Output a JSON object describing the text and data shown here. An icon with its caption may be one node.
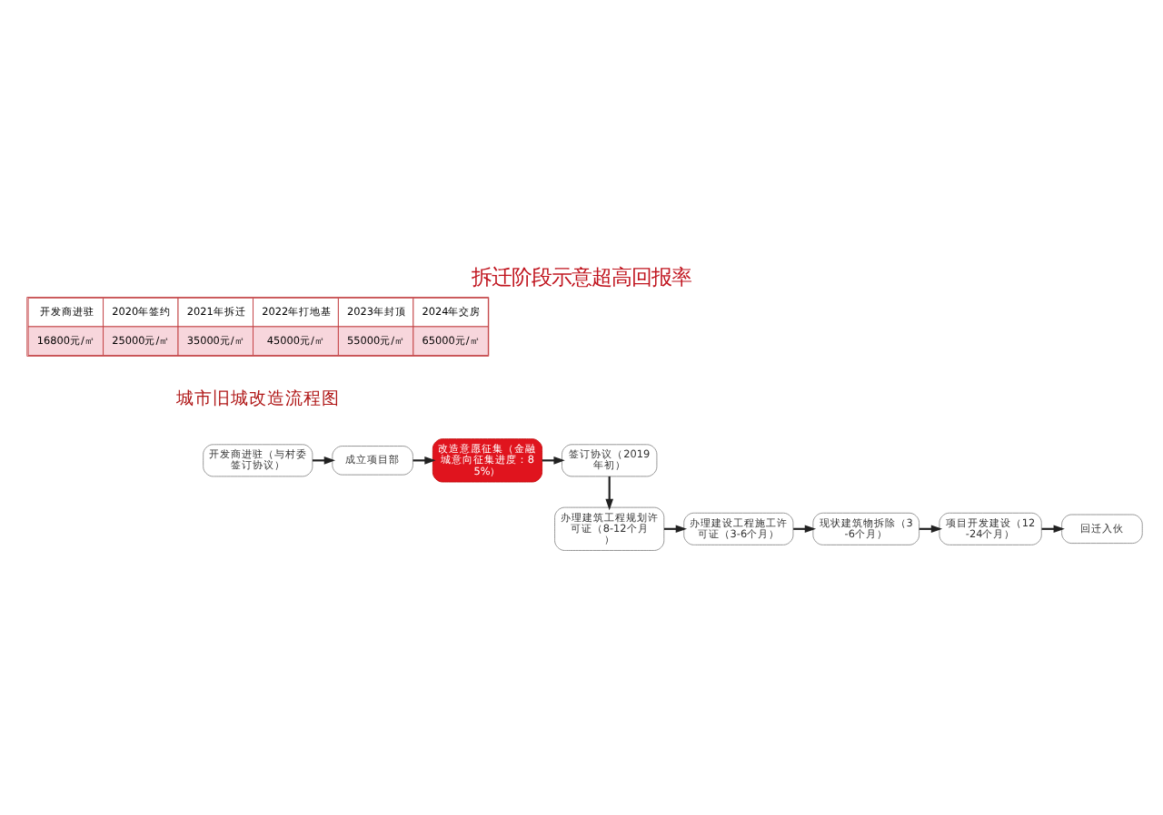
{
  "diagram": {
    "title": "拆迁阶段示意超高回报率",
    "nodes": [
      {
        "text": [
          "开发商进驻（与村委签订协议）"
        ]
      },
      {
        "text": [
          "成立项目部"
        ]
      },
      {
        "text": [
          "改造意愿征集（金融城意向征集进度：85%）"
        ]
      },
      {
        "text": [
          "签订协议（2019年初）"
        ]
      },
      {
        "text": [
          "办理建筑工程规划许可证（8-12个月）"
        ]
      },
      {
        "text": [
          "办理建设工程施工许可证（3-6个月）"
        ]
      },
      {
        "text": [
          "现状建筑物拆除（3-6个月）"
        ]
      },
      {
        "text": [
          "项目开发建设（12-24个月）"
        ]
      },
      {
        "text": [
          "回迁入伙"
        ]
      }
    ],
    "edges": [
      {
        "from": 0,
        "to": 1,
        "arrow": "to"
      },
      {
        "from": 1,
        "to": 2,
        "arrow": "to"
      },
      {
        "from": 2,
        "to": 3,
        "arrow": "to"
      },
      {
        "from": 3,
        "to": 4,
        "arrow": "to"
      },
      {
        "from": 4,
        "to": 5,
        "arrow": "to"
      },
      {
        "from": 5,
        "to": 6,
        "arrow": "to"
      },
      {
        "from": 6,
        "to": 7,
        "arrow": "to"
      },
      {
        "from": 7,
        "to": 8,
        "arrow": "to"
      }
    ],
    "labels": [
      "开发商进驻",
      "2020年签约",
      "2021年拆迁",
      "2022年打地基",
      "2023年封顶",
      "2024年交房",
      "16800元/㎡",
      "25000元/㎡",
      "35000元/㎡",
      "45000元/㎡",
      "55000元/㎡",
      "65000元/㎡",
      "城市旧城改造流程图"
    ]
  }
}
